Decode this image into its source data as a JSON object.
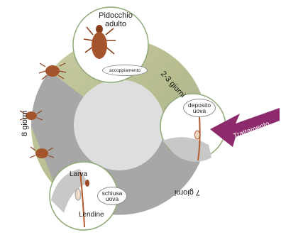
{
  "title": {
    "line1": "Pidocchio",
    "line2": "adulto"
  },
  "stages": {
    "accoppiamento": "accoppiamento",
    "deposito": {
      "line1": "deposito",
      "line2": "uova"
    },
    "schiusa": {
      "line1": "schiusa",
      "line2": "uova"
    },
    "larva": "Larva",
    "lendine": "Lendine"
  },
  "durations": {
    "d1": "2-3 giorni",
    "d2": "7 giorni",
    "d3": "8 giorni"
  },
  "treatment": "Trattamento",
  "colors": {
    "ring_light": "#c2c79a",
    "ring_dark": "#a6a6a6",
    "arrow": "#8c2a6b",
    "louse": "#a5552c",
    "circle_border": "#8fa878"
  }
}
